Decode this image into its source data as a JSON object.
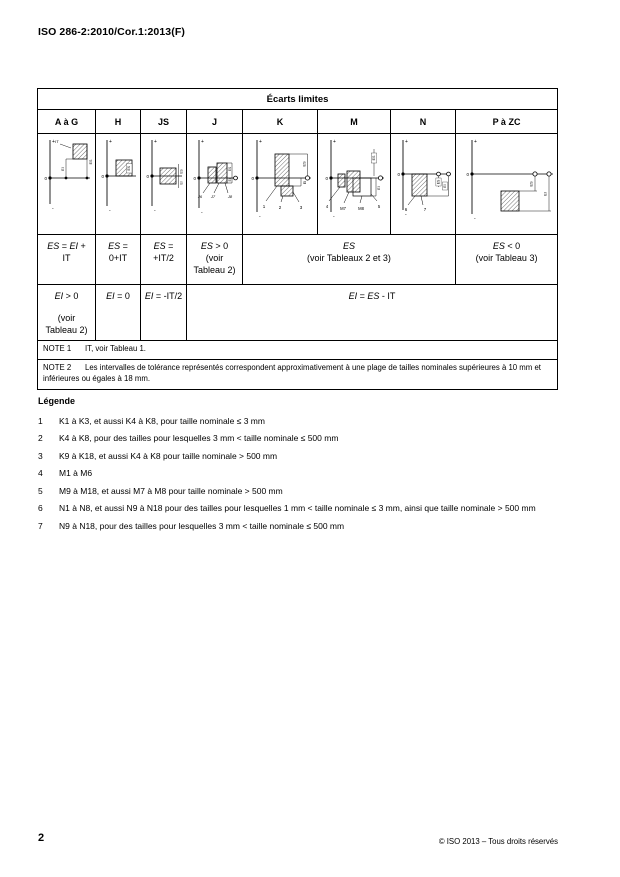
{
  "page": {
    "doc_id": "ISO 286-2:2010/Cor.1:2013(F)",
    "page_number": "2",
    "copyright": "© ISO 2013 – Tous droits réservés"
  },
  "table": {
    "title": "Écarts limites",
    "columns": [
      "A à G",
      "H",
      "JS",
      "J",
      "K",
      "M",
      "N",
      "P à ZC"
    ],
    "es": {
      "a_g": {
        "i1": "ES",
        "t1": " = ",
        "i2": "EI",
        "t2": " +",
        "line2": "IT"
      },
      "h": {
        "i1": "ES",
        "t1": " =",
        "line2": "0+IT"
      },
      "js": {
        "i1": "ES",
        "t1": " =",
        "line2": "+IT/2"
      },
      "j": {
        "i1": "ES",
        "t1": " > 0",
        "line2": "(voir",
        "line3": "Tableau 2)"
      },
      "kmn": {
        "i1": "ES",
        "line2": "(voir Tableaux 2 et 3)"
      },
      "p_zc": {
        "i1": "ES",
        "t1": " < 0",
        "line2": "(voir Tableau 3)"
      }
    },
    "ei": {
      "a_g": {
        "i1": "EI",
        "t1": " > 0",
        "line2": "(voir",
        "line3": "Tableau 2)"
      },
      "h": {
        "i1": "EI",
        "t1": " = 0"
      },
      "js": {
        "i1": "EI",
        "t1": " = -IT/2"
      },
      "merged": {
        "i1": "EI",
        "t1": " = ",
        "i2": "ES",
        "t2": " - IT"
      }
    },
    "notes": [
      {
        "label": "NOTE 1",
        "text": "IT, voir Tableau 1."
      },
      {
        "label": "NOTE 2",
        "text": "Les intervalles de tolérance représentés correspondent approximativement à une plage de tailles nominales supérieures à 10 mm et inférieures ou égales à 18 mm."
      }
    ]
  },
  "diagrams": {
    "plus": "+",
    "minus": "-",
    "zero": "0",
    "es": "ES",
    "ei": "EI",
    "it": "IT",
    "j_labels": [
      "J6",
      "J7",
      "J8"
    ],
    "k_labels": [
      "1",
      "2",
      "3"
    ],
    "m_labels": [
      "4",
      "M7",
      "M8",
      "5"
    ],
    "n_labels": [
      "6",
      "7"
    ]
  },
  "legend": {
    "title": "Légende",
    "items": [
      {
        "num": "1",
        "text": "K1 à K3, et aussi K4 à K8, pour taille nominale ≤ 3 mm"
      },
      {
        "num": "2",
        "text": "K4 à K8, pour des tailles pour lesquelles 3 mm < taille nominale ≤ 500 mm"
      },
      {
        "num": "3",
        "text": "K9 à K18, et aussi K4 à K8 pour taille nominale > 500 mm"
      },
      {
        "num": "4",
        "text": "M1 à M6"
      },
      {
        "num": "5",
        "text": "M9 à M18, et aussi M7 à M8 pour taille nominale > 500 mm"
      },
      {
        "num": "6",
        "text": "N1 à N8, et aussi N9 à N18 pour des tailles pour lesquelles 1 mm < taille nominale ≤ 3 mm, ainsi que taille nominale > 500 mm"
      },
      {
        "num": "7",
        "text": "N9 à N18, pour des tailles pour lesquelles 3 mm < taille nominale ≤ 500 mm"
      }
    ]
  }
}
